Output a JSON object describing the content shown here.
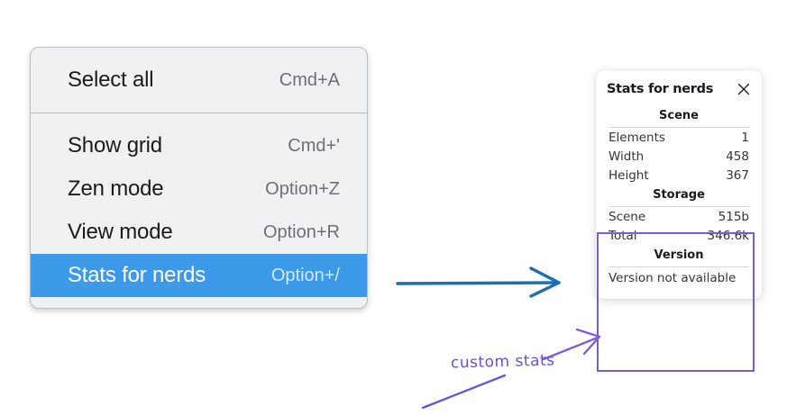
{
  "context_menu": {
    "groups": [
      {
        "items": [
          {
            "label": "Select all",
            "shortcut": "Cmd+A",
            "selected": false
          }
        ]
      },
      {
        "items": [
          {
            "label": "Show grid",
            "shortcut": "Cmd+'",
            "selected": false
          },
          {
            "label": "Zen mode",
            "shortcut": "Option+Z",
            "selected": false
          },
          {
            "label": "View mode",
            "shortcut": "Option+R",
            "selected": false
          },
          {
            "label": "Stats for nerds",
            "shortcut": "Option+/",
            "selected": true
          }
        ]
      }
    ],
    "highlight_color": "#3c9ae8"
  },
  "stats_panel": {
    "title": "Stats for nerds",
    "close_icon": "close-icon",
    "sections": [
      {
        "name": "scene",
        "title": "Scene",
        "rows": [
          {
            "key": "Elements",
            "value": "1"
          },
          {
            "key": "Width",
            "value": "458"
          },
          {
            "key": "Height",
            "value": "367"
          }
        ]
      },
      {
        "name": "storage",
        "title": "Storage",
        "rows": [
          {
            "key": "Scene",
            "value": "515b"
          },
          {
            "key": "Total",
            "value": "346.6k"
          }
        ]
      },
      {
        "name": "version",
        "title": "Version",
        "text": "Version not available"
      }
    ]
  },
  "annotations": {
    "custom_stats_label": "custom stats",
    "arrow_blue_color": "#1b6fb0",
    "arrow_purple_color": "#7d5bd6"
  }
}
